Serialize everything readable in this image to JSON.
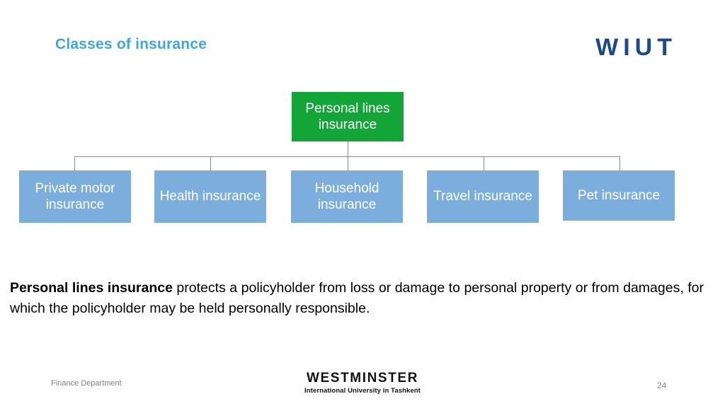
{
  "header": {
    "title": "Classes of insurance",
    "logo": "WIUT"
  },
  "chart_data": {
    "type": "diagram",
    "title": "Classes of insurance",
    "root": {
      "label": "Personal lines insurance",
      "color": "#13A538",
      "text_color": "#FFFFFF"
    },
    "children": [
      {
        "label": "Private motor insurance",
        "color": "#7BADDD"
      },
      {
        "label": "Health insurance",
        "color": "#7BADDD"
      },
      {
        "label": "Household insurance",
        "color": "#7BADDD"
      },
      {
        "label": "Travel insurance",
        "color": "#7BADDD"
      },
      {
        "label": "Pet insurance",
        "color": "#7BADDD"
      }
    ],
    "connector_color": "#6F93B8"
  },
  "body": {
    "lead": "Personal lines insurance",
    "rest": " protects a policyholder from loss or damage to personal property or from damages, for which the policyholder may be held personally responsible."
  },
  "footer": {
    "department": "Finance Department",
    "logo_main": "WESTMINSTER",
    "logo_sub": "International University in Tashkent",
    "page_number": "24"
  },
  "colors": {
    "title_blue": "#3FA6DC",
    "logo_navy": "#1B4A8B",
    "root_green": "#13A538",
    "node_blue": "#7BADDD",
    "connector": "#6F93B8"
  }
}
